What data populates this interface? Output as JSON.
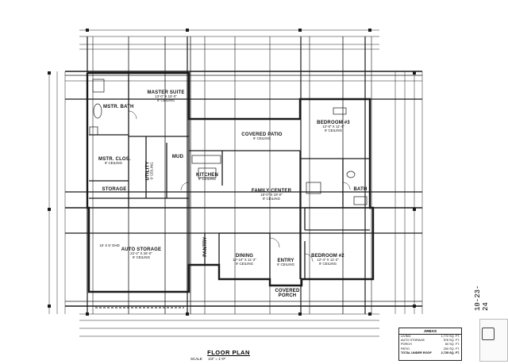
{
  "rooms": {
    "master_suite": {
      "name": "MASTER SUITE",
      "size": "13'-0\" X 15'-0\"",
      "ceiling": "9' CEILING"
    },
    "mstr_bath": {
      "name": "MSTR. BATH"
    },
    "mstr_clos": {
      "name": "MSTR. CLOS.",
      "ceiling": "9' CEILING"
    },
    "utility": {
      "name": "UTILITY",
      "ceiling": "9' CEILING"
    },
    "mud": {
      "name": "MUD"
    },
    "storage": {
      "name": "STORAGE"
    },
    "kitchen": {
      "name": "KITCHEN",
      "ceiling": "9' CEILING"
    },
    "covered_patio": {
      "name": "COVERED PATIO",
      "ceiling": "9' CEILING"
    },
    "family_center": {
      "name": "FAMILY CENTER",
      "size": "18'-0\" X 18'-0\"",
      "ceiling": "9' CEILING"
    },
    "bedroom3": {
      "name": "BEDROOM #3",
      "size": "12'-8\" X 11'-4\"",
      "ceiling": "9' CEILING"
    },
    "bath": {
      "name": "BATH"
    },
    "auto_storage": {
      "name": "AUTO STORAGE",
      "size": "22'-2\" X 26'-0\"",
      "ceiling": "9' CEILING"
    },
    "garage_door": {
      "name": "16' X 8' OHD"
    },
    "pantry": {
      "name": "PANTRY"
    },
    "dining": {
      "name": "DINING",
      "size": "12'-10\" X 11'-2\"",
      "ceiling": "9' CEILING"
    },
    "entry": {
      "name": "ENTRY",
      "ceiling": "9' CEILING"
    },
    "bedroom2": {
      "name": "BEDROOM #2",
      "size": "12'-4\" X 11'-2\"",
      "ceiling": "9' CEILING"
    },
    "covered_porch": {
      "name": "COVERED PORCH"
    }
  },
  "title": {
    "label": "FLOOR PLAN",
    "scale_label": "SCALE",
    "scale_value": "1/4\" = 1'-0\""
  },
  "areas": {
    "heading": "AREAS",
    "rows": [
      {
        "label": "LIVING",
        "value": "1,772 SQ. FT."
      },
      {
        "label": "AUTO STORAGE",
        "value": "576 SQ. FT."
      },
      {
        "label": "PORCH",
        "value": "60 SQ. FT."
      },
      {
        "label": "PATIO",
        "value": "200 SQ. FT."
      },
      {
        "label": "TOTAL UNDER ROOF",
        "value": "2,735 SQ. FT."
      }
    ]
  },
  "date_stamp": "10-23-24",
  "colors": {
    "line": "#1a1a1a",
    "dim": "#333333",
    "paper": "#ffffff"
  }
}
